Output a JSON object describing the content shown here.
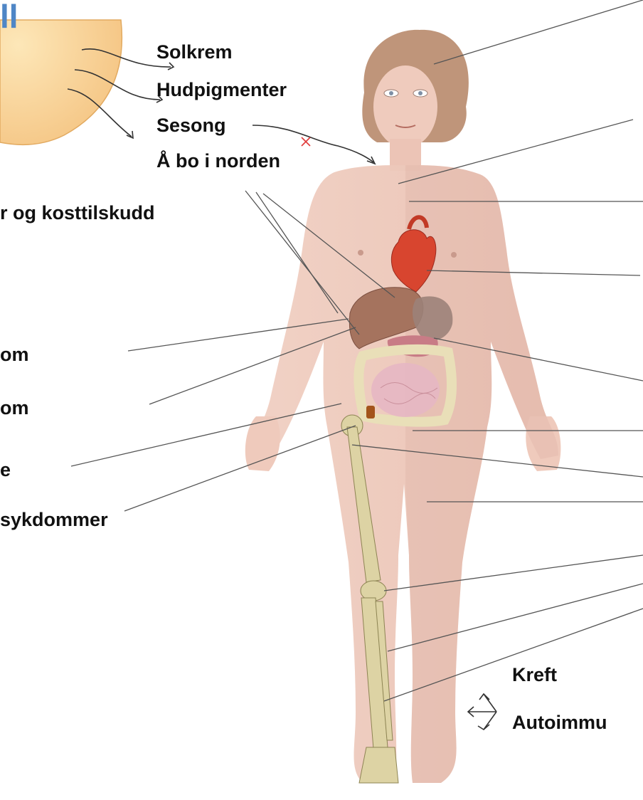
{
  "corner_fragment": "ll",
  "sun_factors": {
    "sunscreen": "Solkrem",
    "skin_pigment": "Hudpigmenter",
    "season": "Sesong",
    "living_north": "Å bo i norden"
  },
  "left_labels": {
    "food_supplements": "r og kosttilskudd",
    "disease_1": "om",
    "disease_2": "om",
    "disease_3": "e",
    "diseases": "sykdommer"
  },
  "right_labels": {
    "cancer": "Kreft",
    "autoimmune": "Autoimmu"
  },
  "colors": {
    "sun": "#f6cc8a",
    "skin": "#ecc2b6",
    "hair": "#b88a6c",
    "heart": "#d8452f",
    "liver": "#a5735e",
    "bone": "#ddd3a4",
    "corner_text": "#4f86c6",
    "marker": "#e03a3a"
  }
}
